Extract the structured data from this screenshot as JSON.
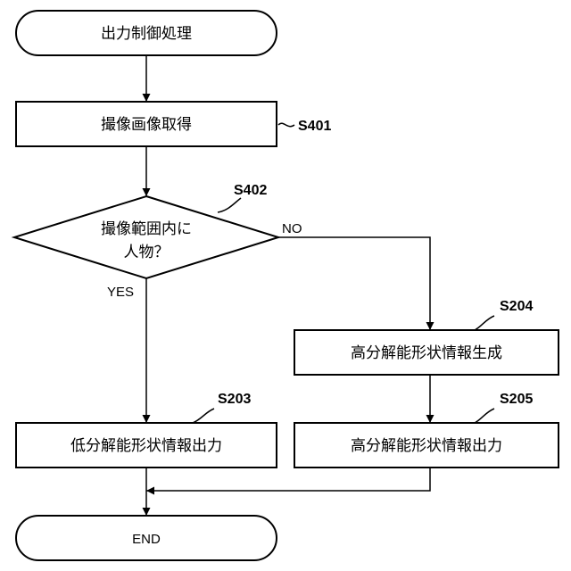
{
  "nodes": {
    "start": {
      "text": "出力制御処理"
    },
    "acquire": {
      "text": "撮像画像取得",
      "step": "S401"
    },
    "decision": {
      "line1": "撮像範囲内に",
      "line2": "人物？",
      "step": "S402"
    },
    "high_gen": {
      "text": "高分解能形状情報生成",
      "step": "S204"
    },
    "low_out": {
      "text": "低分解能形状情報出力",
      "step": "S203"
    },
    "high_out": {
      "text": "高分解能形状情報出力",
      "step": "S205"
    },
    "end": {
      "text": "END"
    }
  },
  "branches": {
    "yes": "YES",
    "no": "NO"
  }
}
